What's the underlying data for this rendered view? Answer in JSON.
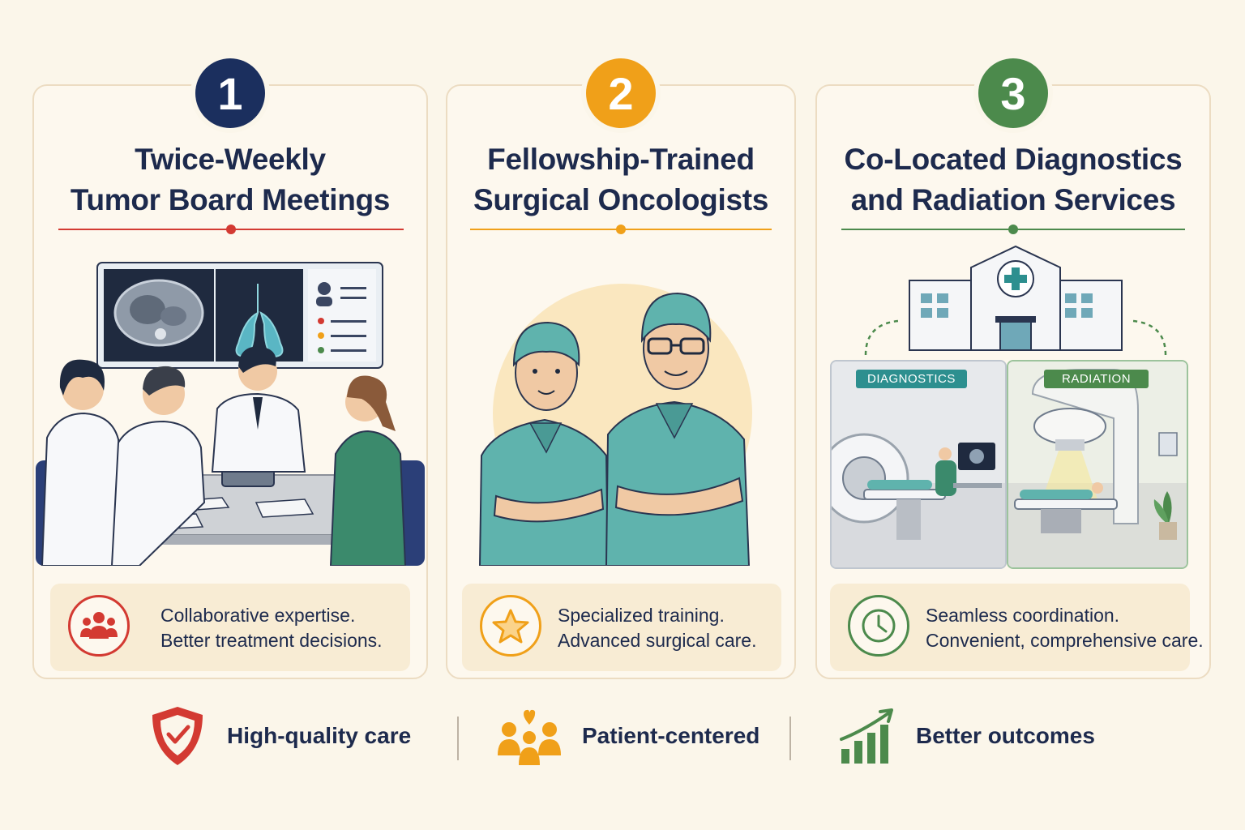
{
  "colors": {
    "navy": "#1b2f5e",
    "orange": "#f0a019",
    "green": "#4c8a4c",
    "red": "#d33a32",
    "teal": "#2d8f8f"
  },
  "cards": [
    {
      "number": "1",
      "title_line1": "Twice-Weekly",
      "title_line2": "Tumor Board Meetings",
      "info_line1": "Collaborative expertise.",
      "info_line2": "Better treatment decisions.",
      "icon": "team-icon"
    },
    {
      "number": "2",
      "title_line1": "Fellowship-Trained",
      "title_line2": "Surgical Oncologists",
      "info_line1": "Specialized training.",
      "info_line2": "Advanced surgical care.",
      "icon": "star-icon"
    },
    {
      "number": "3",
      "title_line1": "Co-Located Diagnostics",
      "title_line2": "and Radiation Services",
      "info_line1": "Seamless coordination.",
      "info_line2": "Convenient, comprehensive care.",
      "icon": "clock-icon",
      "panel_left": "DIAGNOSTICS",
      "panel_right": "RADIATION"
    }
  ],
  "footer": [
    {
      "label": "High-quality care",
      "icon": "shield-check-icon"
    },
    {
      "label": "Patient-centered",
      "icon": "family-heart-icon"
    },
    {
      "label": "Better outcomes",
      "icon": "growth-chart-icon"
    }
  ]
}
